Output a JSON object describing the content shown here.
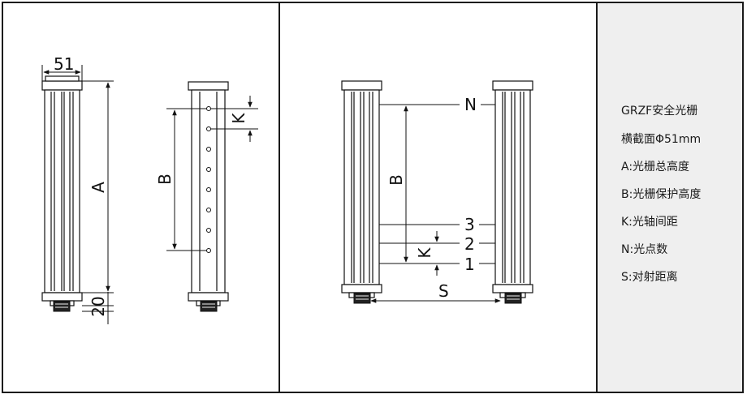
{
  "left_panel": {
    "width_dim": "51",
    "height_label": "A",
    "base_dim": "20",
    "protect_label": "B",
    "pitch_label": "K"
  },
  "middle_panel": {
    "n_label": "N",
    "b_label": "B",
    "k_label": "K",
    "beam_3": "3",
    "beam_2": "2",
    "beam_1": "1",
    "s_label": "S"
  },
  "legend": {
    "title": "GRZF安全光栅",
    "lines": [
      "横截面Φ51mm",
      "A:光栅总高度",
      "B:光栅保护高度",
      "K:光轴间距",
      "N:光点数",
      "S:对射距离"
    ]
  }
}
